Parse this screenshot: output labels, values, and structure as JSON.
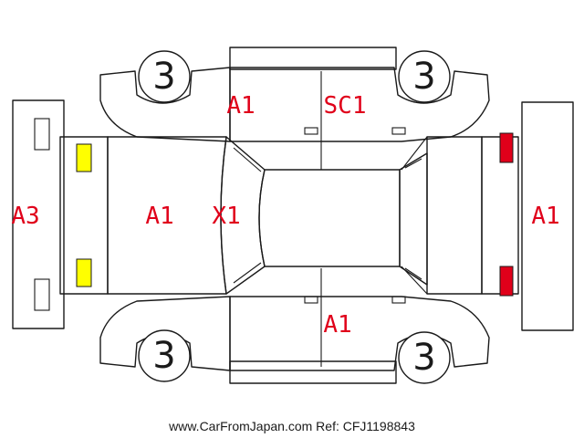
{
  "colors": {
    "damage_text": "#e0001a",
    "outline": "#1a1a1a",
    "light_yellow": "#ffff00",
    "light_red": "#e0001a"
  },
  "tires": {
    "front_left": "3",
    "rear_left": "3",
    "front_right": "3",
    "rear_right": "3"
  },
  "damage": {
    "front_bumper": "A3",
    "hood": "A1",
    "windshield": "X1",
    "rear_bumper": "A1",
    "left_front_door": "A1",
    "left_rear_door": "SC1",
    "right_rear_door": "A1"
  },
  "lights": {
    "front": [
      "yellow",
      "yellow"
    ],
    "rear": [
      "red",
      "red"
    ]
  },
  "footer": "www.CarFromJapan.com Ref: CFJ1198843"
}
